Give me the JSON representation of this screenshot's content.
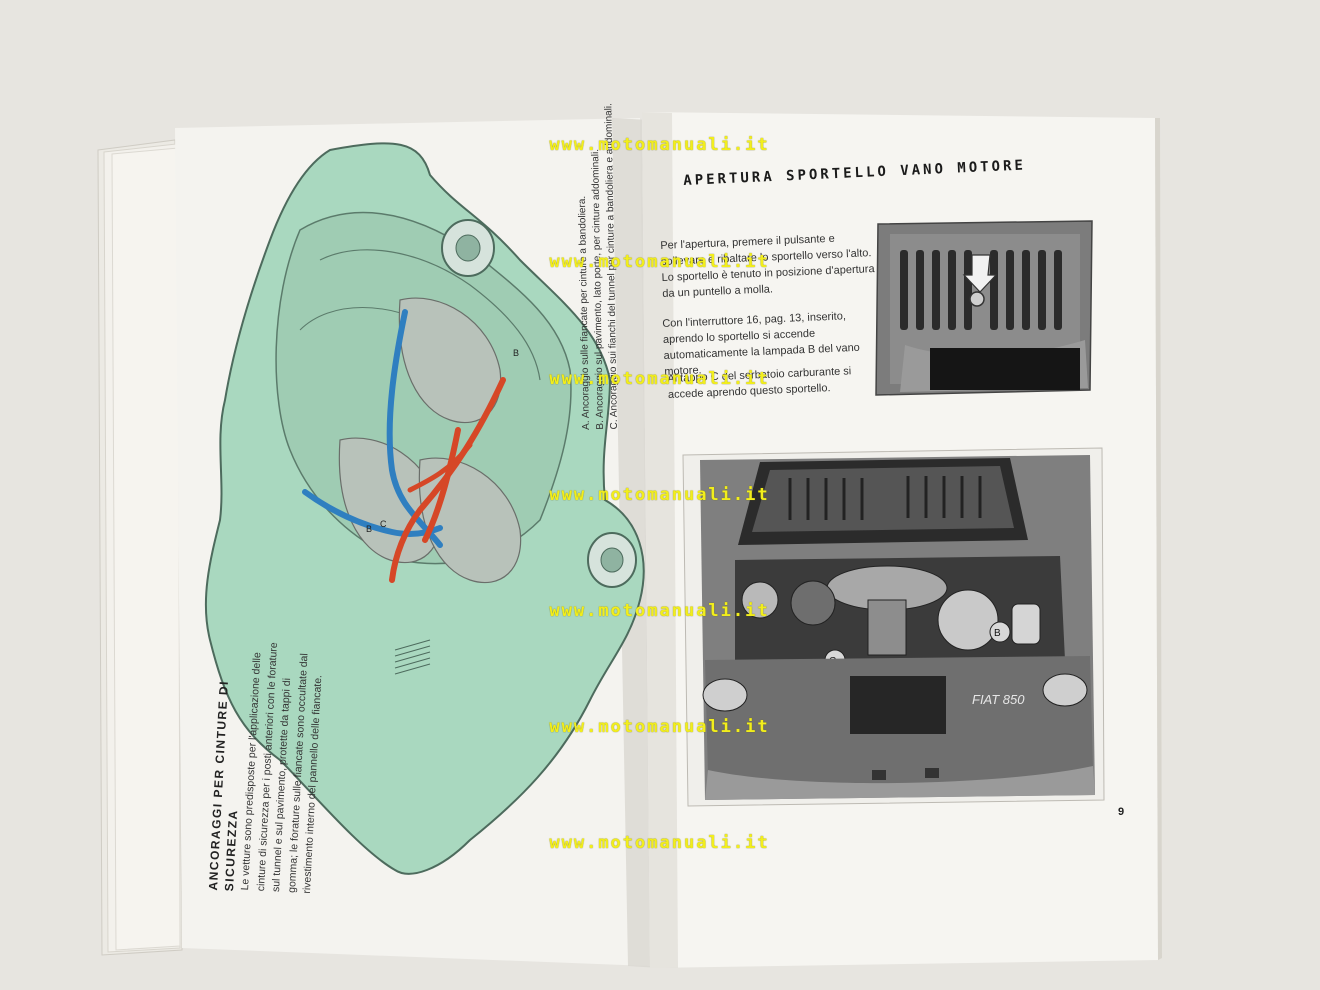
{
  "watermark": "www.motomanuali.it",
  "left_page": {
    "heading": "ANCORAGGI PER CINTURE DI SICUREZZA",
    "body": "Le vetture sono predisposte per l'applicazione delle cinture di sicurezza per i posti anteriori con le forature sul tunnel e sul pavimento, protette da tappi di gomma; le forature sulle fiancate sono occultate dal rivestimento interno del pannello delle fiancate.",
    "legend": [
      "A. Ancoraggio sulle fiancate per cinture a bandoliera.",
      "B. Ancoraggio sul pavimento, lato porte, per cinture addominali.",
      "C. Ancoraggio sui fianchi del tunnel per cinture a bandoliera e addominali."
    ],
    "diagram_labels": [
      "B",
      "C",
      "B"
    ]
  },
  "right_page": {
    "title": "APERTURA SPORTELLO VANO MOTORE",
    "paragraphs": [
      "Per l'apertura, premere il pulsante e sollevare e ribaltare lo sportello verso l'alto. Lo sportello è tenuto in posizione d'apertura da un puntello a molla.",
      "Con l'interruttore 16, pag. 13, inserito, aprendo lo sportello si accende automaticamente la lampada B del vano motore.",
      "Al tappo C del serbatoio carburante si accede aprendo questo sportello."
    ],
    "photo_labels": [
      "C",
      "B"
    ],
    "badge": "FIAT 850",
    "page_number": "9"
  }
}
